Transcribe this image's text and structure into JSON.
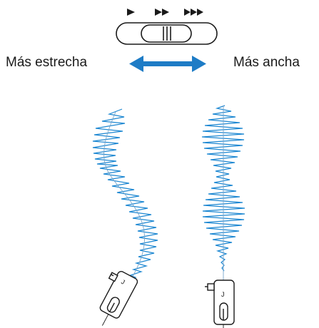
{
  "labels": {
    "narrower": "Más estrecha",
    "wider": "Más ancha"
  },
  "presser_foot_letter": "J",
  "colors": {
    "stitch": "#1e88d2",
    "arrow": "#1e7cc6",
    "outline": "#1a1a1a"
  },
  "icons": {
    "speed_slider": "speed-slider-icon",
    "speed_markers": [
      "slow-speed-icon",
      "medium-speed-icon",
      "fast-speed-icon"
    ],
    "double_arrow": "left-right-arrow-icon",
    "presser_foot": "presser-foot-icon"
  }
}
